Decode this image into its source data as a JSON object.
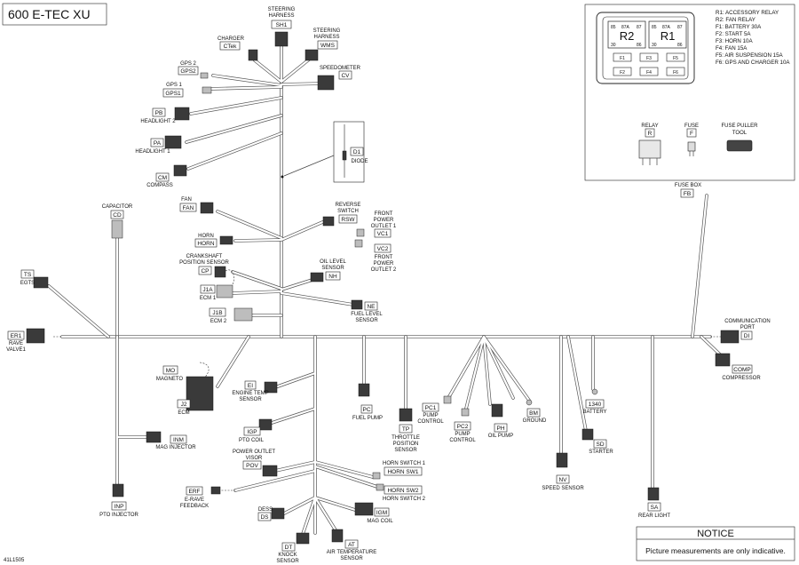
{
  "title": "600 E-TEC XU",
  "figure_id": "41L1505",
  "notice": {
    "heading": "NOTICE",
    "text": "Picture measurements are only indicative."
  },
  "fuse_box": {
    "legend": [
      "R1: ACCESSORY RELAY",
      "R2: FAN RELAY",
      "F1: BATTERY 30A",
      "F2: START 5A",
      "F3: HORN 10A",
      "F4: FAN 15A",
      "F5: AIR SUSPENSION 15A",
      "F6: GPS AND CHARGER 10A"
    ],
    "relays": [
      {
        "name": "R2",
        "pins_top": [
          "85",
          "87A",
          "87"
        ],
        "pins_bottom": [
          "30",
          "86"
        ]
      },
      {
        "name": "R1",
        "pins_top": [
          "85",
          "87A",
          "87"
        ],
        "pins_bottom": [
          "30",
          "86"
        ]
      }
    ],
    "fuses": [
      "F1",
      "F3",
      "F5",
      "F2",
      "F4",
      "F6"
    ],
    "parts": [
      {
        "name": "RELAY",
        "code": "R"
      },
      {
        "name": "FUSE",
        "code": "F"
      },
      {
        "name": "FUSE PULLER TOOL",
        "code": ""
      }
    ]
  },
  "components": {
    "sh1": {
      "name": "STEERING HARNESS",
      "code": "SH1"
    },
    "ctek": {
      "name": "CHARGER",
      "code": "CTek"
    },
    "wms": {
      "name": "STEERING HARNESS",
      "code": "WMS"
    },
    "cv": {
      "name": "SPEEDOMETER",
      "code": "CV"
    },
    "gps2": {
      "name": "GPS 2",
      "code": "GPS2"
    },
    "gps1": {
      "name": "GPS 1",
      "code": "GPS1"
    },
    "pb": {
      "name": "HEADLIGHT 2",
      "code": "PB"
    },
    "pa": {
      "name": "HEADLIGHT 1",
      "code": "PA"
    },
    "cm": {
      "name": "COMPASS",
      "code": "CM"
    },
    "d1": {
      "name": "DIODE",
      "code": "D1"
    },
    "fb": {
      "name": "FUSE BOX",
      "code": "FB"
    },
    "fan": {
      "name": "FAN",
      "code": "FAN"
    },
    "rsw": {
      "name": "REVERSE SWITCH",
      "code": "RSW"
    },
    "vc1": {
      "name": "FRONT POWER OUTLET 1",
      "code": "VC1"
    },
    "horn": {
      "name": "HORN",
      "code": "HORN"
    },
    "vc2": {
      "name": "FRONT POWER OUTLET 2",
      "code": "VC2"
    },
    "cp": {
      "name": "CRANKSHAFT POSITION SENSOR",
      "code": "CP"
    },
    "nh": {
      "name": "OIL LEVEL SENSOR",
      "code": "NH"
    },
    "j1a": {
      "name": "ECM 1",
      "code": "J1A"
    },
    "ne": {
      "name": "FUEL LEVEL SENSOR",
      "code": "NE"
    },
    "j1b": {
      "name": "ECM 2",
      "code": "J1B"
    },
    "cd": {
      "name": "CAPACITOR",
      "code": "CD"
    },
    "ts": {
      "name": "EGTS",
      "code": "TS"
    },
    "er1": {
      "name": "RAVE VALVE1",
      "code": "ER1"
    },
    "di": {
      "name": "COMMUNICATION PORT",
      "code": "DI"
    },
    "comp": {
      "name": "COMPRESSOR",
      "code": "COMP"
    },
    "mo": {
      "name": "MAGNETO",
      "code": "MO"
    },
    "ei": {
      "name": "ENGINE TEMP SENSOR",
      "code": "EI"
    },
    "j2": {
      "name": "ECM",
      "code": "J2"
    },
    "igp": {
      "name": "PTO COIL",
      "code": "IGP"
    },
    "pc": {
      "name": "FUEL PUMP",
      "code": "PC"
    },
    "tp": {
      "name": "THROTTLE POSITION SENSOR",
      "code": "TP"
    },
    "pc1": {
      "name": "PUMP CONTROL",
      "code": "PC1"
    },
    "pc2": {
      "name": "PUMP CONTROL",
      "code": "PC2"
    },
    "ph": {
      "name": "OIL PUMP",
      "code": "PH"
    },
    "bm": {
      "name": "GROUND",
      "code": "BM"
    },
    "bat": {
      "name": "BATTERY",
      "code": "1340"
    },
    "sd": {
      "name": "STARTER",
      "code": "SD"
    },
    "inm": {
      "name": "MAG INJECTOR",
      "code": "INM"
    },
    "pov": {
      "name": "POWER OUTLET VISOR",
      "code": "POV"
    },
    "hsw1": {
      "name": "HORN SWITCH 1",
      "code": "HORN SW1"
    },
    "hsw2": {
      "name": "HORN SWITCH 2",
      "code": "HORN SW2"
    },
    "nv": {
      "name": "SPEED SENSOR",
      "code": "NV"
    },
    "erf": {
      "name": "E-RAVE FEEDBACK",
      "code": "ERF"
    },
    "dess": {
      "name": "DESS",
      "code": "DS"
    },
    "igm": {
      "name": "MAG COIL",
      "code": "IGM"
    },
    "inp": {
      "name": "PTO INJECTOR",
      "code": "INP"
    },
    "dt": {
      "name": "KNOCK SENSOR",
      "code": "DT"
    },
    "at": {
      "name": "AIR TEMPERATURE SENSOR",
      "code": "AT"
    },
    "sa": {
      "name": "REAR LIGHT",
      "code": "SA"
    }
  }
}
